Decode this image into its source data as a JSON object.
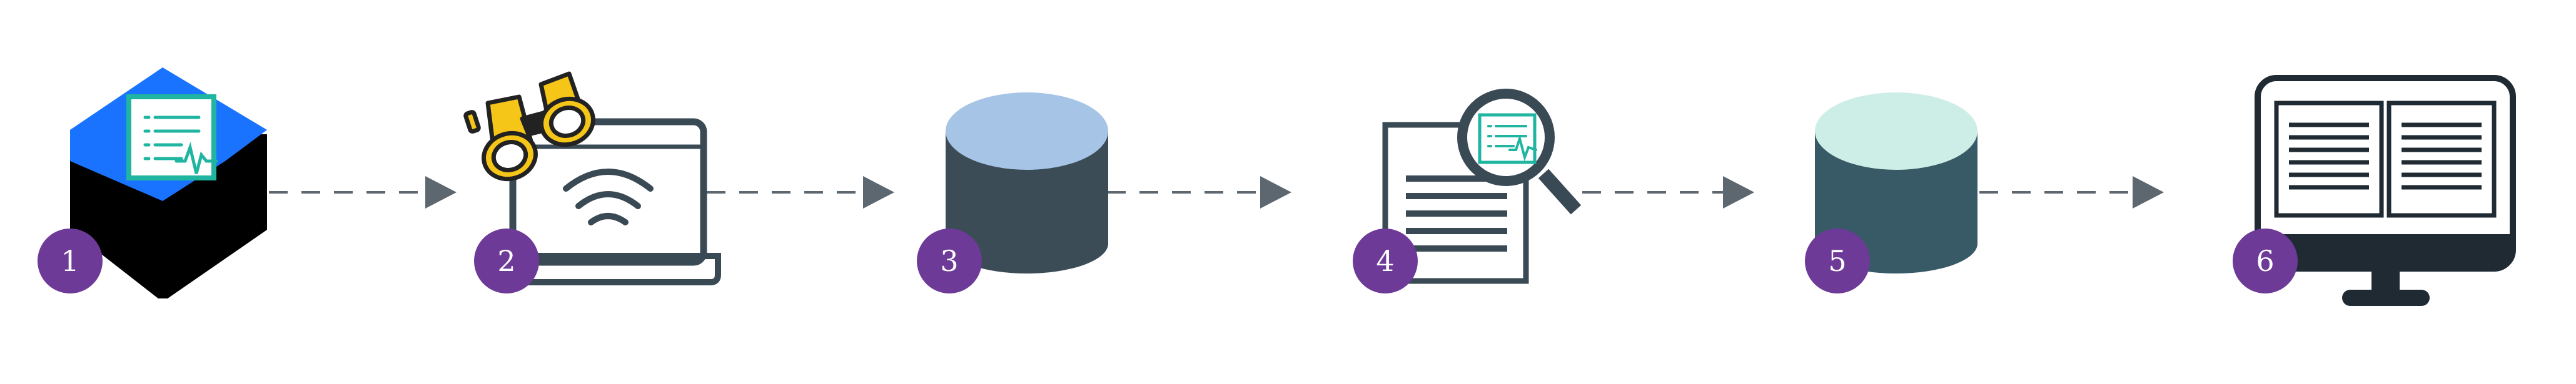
{
  "colors": {
    "background": "#ffffff",
    "arrow": "#5c6770",
    "badge": "#6e3a98",
    "badge_text": "#ffffff",
    "outline_dark": "#3a4a55",
    "accent_teal": "#1fb5a0",
    "accent_blue": "#1a73ff",
    "binocular_yellow": "#f5c518",
    "db3_body": "#3b4c57",
    "db3_top": "#a6c4e6",
    "db5_body": "#375a66",
    "db5_top": "#cdeee6"
  },
  "steps": [
    {
      "number": "1",
      "icon": "report-box-icon"
    },
    {
      "number": "2",
      "icon": "laptop-binoculars-wifi-icon"
    },
    {
      "number": "3",
      "icon": "database-icon"
    },
    {
      "number": "4",
      "icon": "document-magnifier-icon"
    },
    {
      "number": "5",
      "icon": "database-icon"
    },
    {
      "number": "6",
      "icon": "monitor-open-book-icon"
    }
  ]
}
